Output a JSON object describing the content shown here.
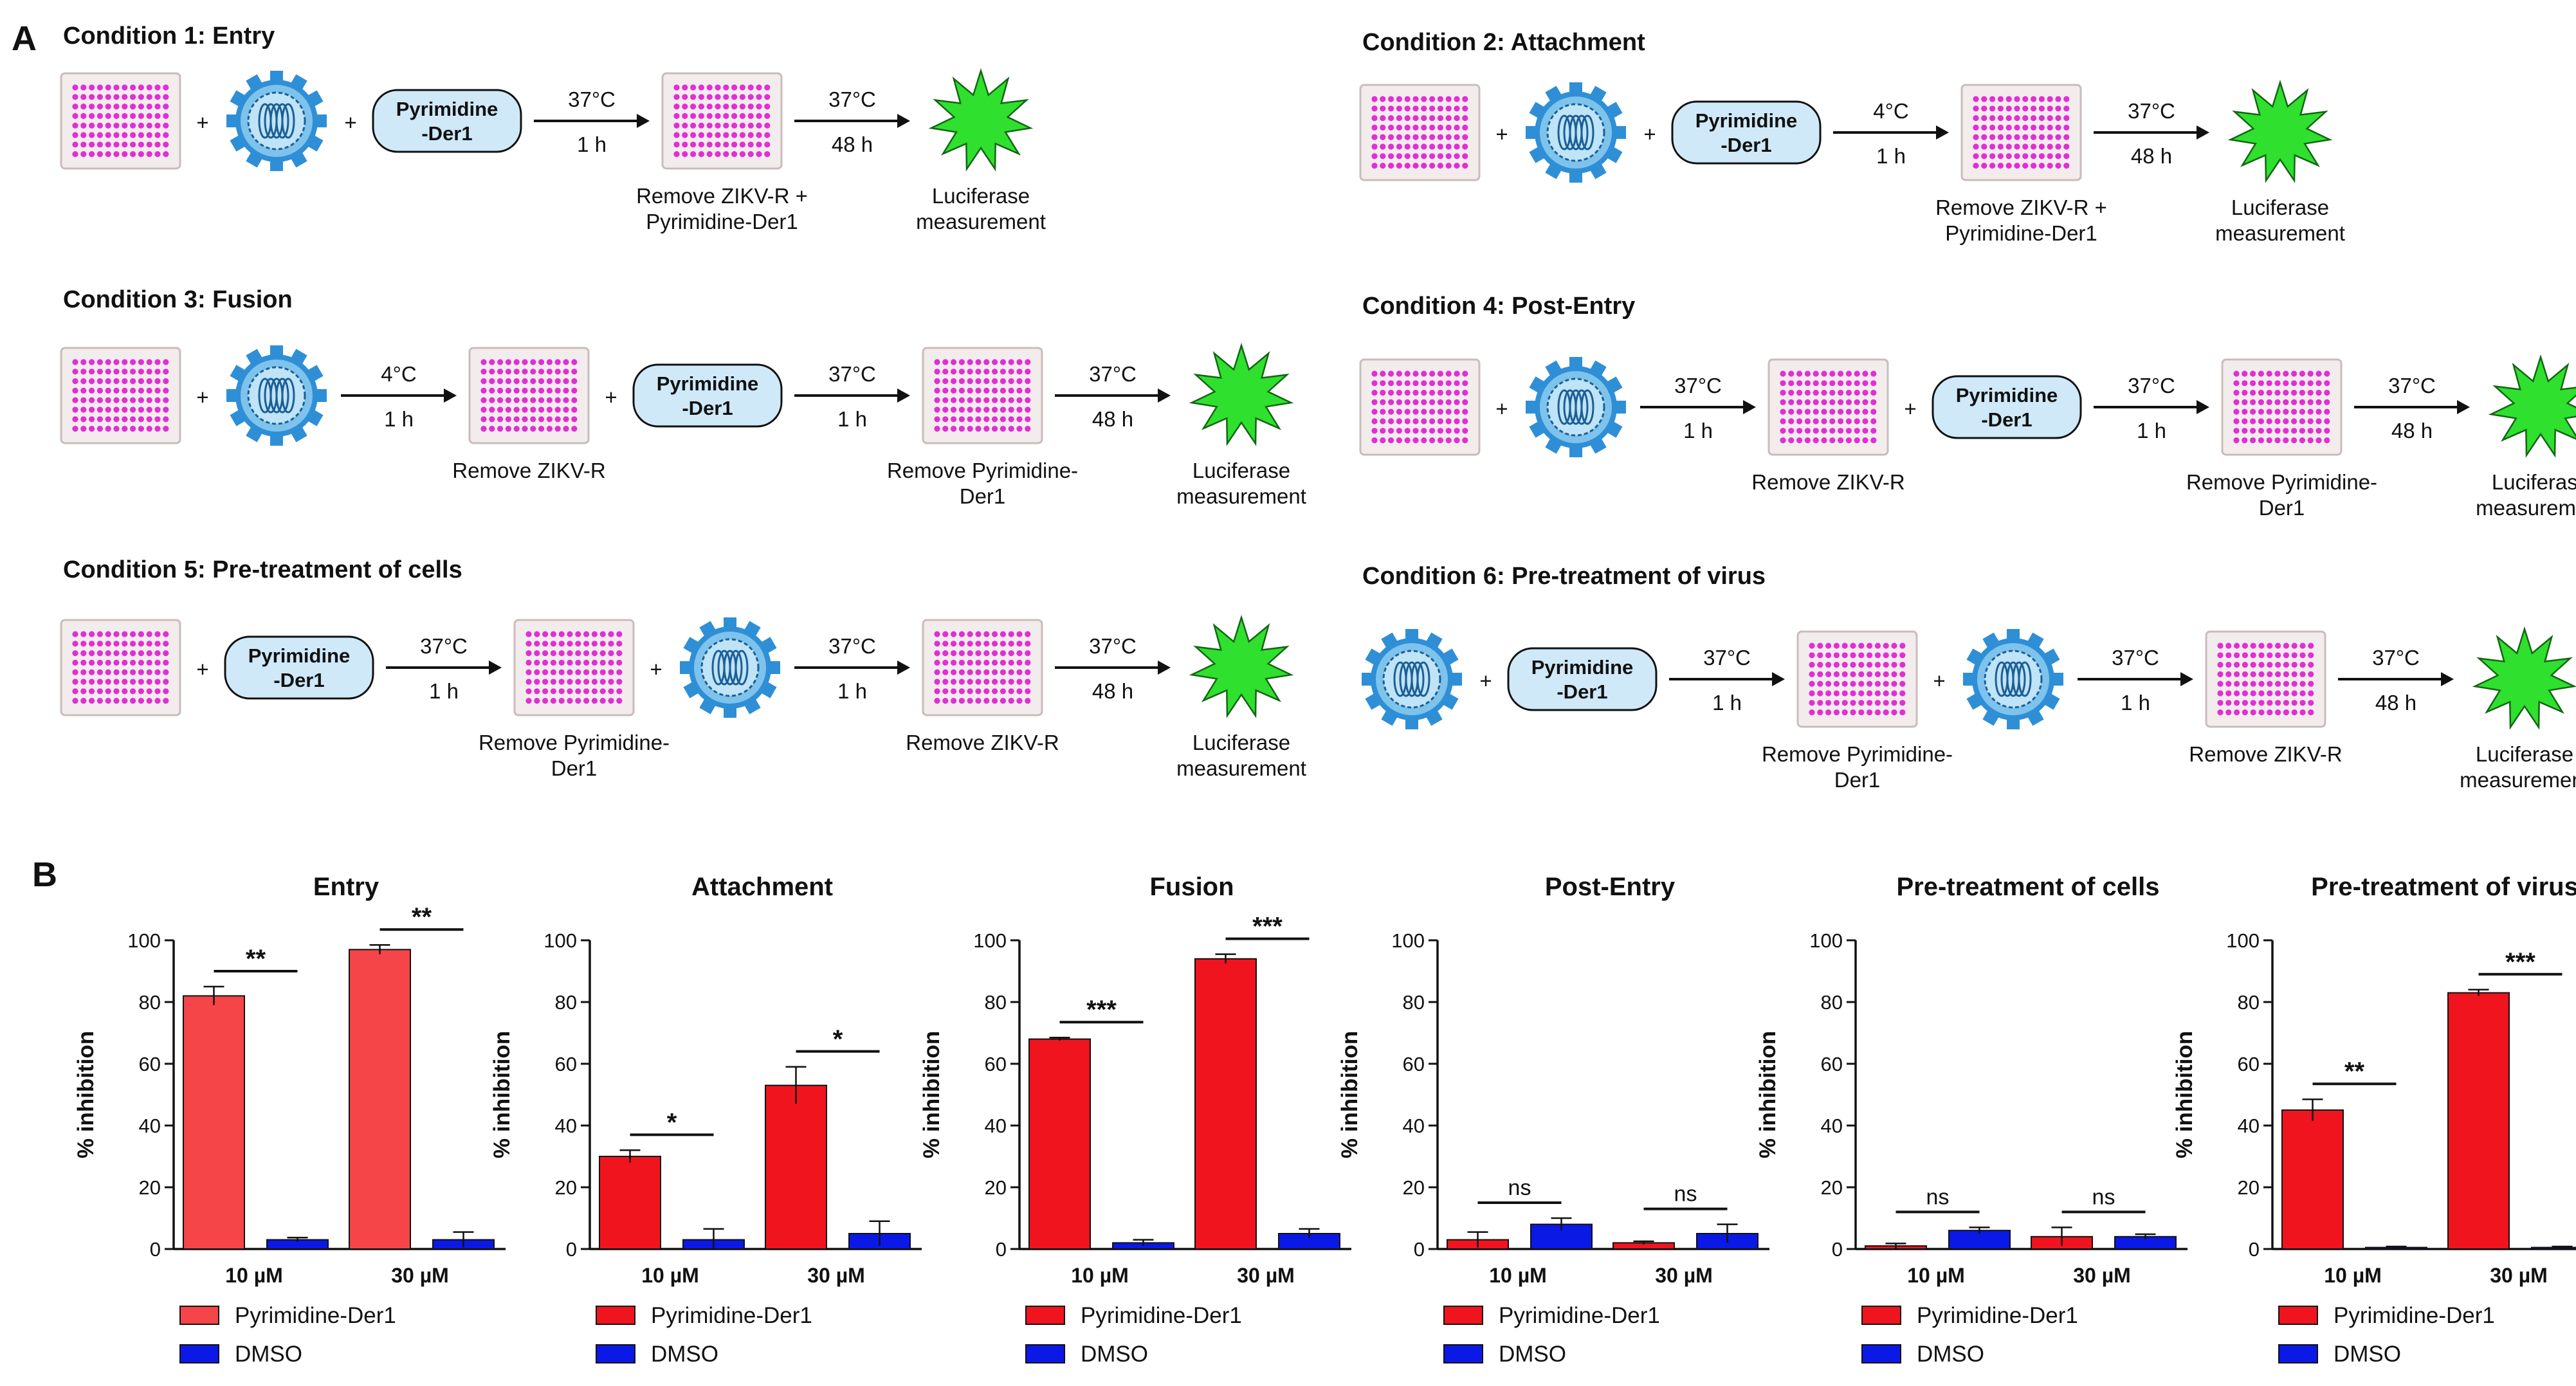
{
  "panel_a": {
    "label": "A",
    "conditions": [
      {
        "title": "Condition 1: Entry",
        "steps": [
          {
            "kind": "plate"
          },
          {
            "kind": "plus"
          },
          {
            "kind": "virus"
          },
          {
            "kind": "plus"
          },
          {
            "kind": "drug",
            "text": [
              "Pyrimidine",
              "-Der1"
            ]
          },
          {
            "kind": "arrow",
            "top": "37°C",
            "bottom": "1 h"
          },
          {
            "kind": "plate",
            "caption": [
              "Remove ZIKV-R +",
              "Pyrimidine-Der1"
            ]
          },
          {
            "kind": "arrow",
            "top": "37°C",
            "bottom": "48 h"
          },
          {
            "kind": "star",
            "caption": [
              "Luciferase",
              "measurement"
            ]
          }
        ]
      },
      {
        "title": "Condition 2: Attachment",
        "steps": [
          {
            "kind": "plate"
          },
          {
            "kind": "plus"
          },
          {
            "kind": "virus"
          },
          {
            "kind": "plus"
          },
          {
            "kind": "drug",
            "text": [
              "Pyrimidine",
              "-Der1"
            ]
          },
          {
            "kind": "arrow",
            "top": "4°C",
            "bottom": "1 h"
          },
          {
            "kind": "plate",
            "caption": [
              "Remove ZIKV-R +",
              "Pyrimidine-Der1"
            ]
          },
          {
            "kind": "arrow",
            "top": "37°C",
            "bottom": "48 h"
          },
          {
            "kind": "star",
            "caption": [
              "Luciferase",
              "measurement"
            ]
          }
        ]
      },
      {
        "title": "Condition 3: Fusion",
        "steps": [
          {
            "kind": "plate"
          },
          {
            "kind": "plus"
          },
          {
            "kind": "virus"
          },
          {
            "kind": "arrow",
            "top": "4°C",
            "bottom": "1 h"
          },
          {
            "kind": "plate",
            "caption": [
              "Remove ZIKV-R"
            ]
          },
          {
            "kind": "plus"
          },
          {
            "kind": "drug",
            "text": [
              "Pyrimidine",
              "-Der1"
            ]
          },
          {
            "kind": "arrow",
            "top": "37°C",
            "bottom": "1 h"
          },
          {
            "kind": "plate",
            "caption": [
              "Remove Pyrimidine-",
              "Der1"
            ]
          },
          {
            "kind": "arrow",
            "top": "37°C",
            "bottom": "48 h"
          },
          {
            "kind": "star",
            "caption": [
              "Luciferase",
              "measurement"
            ]
          }
        ]
      },
      {
        "title": "Condition 4: Post-Entry",
        "steps": [
          {
            "kind": "plate"
          },
          {
            "kind": "plus"
          },
          {
            "kind": "virus"
          },
          {
            "kind": "arrow",
            "top": "37°C",
            "bottom": "1 h"
          },
          {
            "kind": "plate",
            "caption": [
              "Remove ZIKV-R"
            ]
          },
          {
            "kind": "plus"
          },
          {
            "kind": "drug",
            "text": [
              "Pyrimidine",
              "-Der1"
            ]
          },
          {
            "kind": "arrow",
            "top": "37°C",
            "bottom": "1 h"
          },
          {
            "kind": "plate",
            "caption": [
              "Remove Pyrimidine-",
              "Der1"
            ]
          },
          {
            "kind": "arrow",
            "top": "37°C",
            "bottom": "48 h"
          },
          {
            "kind": "star",
            "caption": [
              "Luciferase",
              "measurement"
            ]
          }
        ]
      },
      {
        "title": "Condition 5: Pre-treatment of cells",
        "steps": [
          {
            "kind": "plate"
          },
          {
            "kind": "plus"
          },
          {
            "kind": "drug",
            "text": [
              "Pyrimidine",
              "-Der1"
            ]
          },
          {
            "kind": "arrow",
            "top": "37°C",
            "bottom": "1 h"
          },
          {
            "kind": "plate",
            "caption": [
              "Remove Pyrimidine-",
              "Der1"
            ]
          },
          {
            "kind": "plus"
          },
          {
            "kind": "virus"
          },
          {
            "kind": "arrow",
            "top": "37°C",
            "bottom": "1 h"
          },
          {
            "kind": "plate",
            "caption": [
              "Remove ZIKV-R"
            ]
          },
          {
            "kind": "arrow",
            "top": "37°C",
            "bottom": "48 h"
          },
          {
            "kind": "star",
            "caption": [
              "Luciferase",
              "measurement"
            ]
          }
        ]
      },
      {
        "title": "Condition 6: Pre-treatment of virus",
        "steps": [
          {
            "kind": "virus"
          },
          {
            "kind": "plus"
          },
          {
            "kind": "drug",
            "text": [
              "Pyrimidine",
              "-Der1"
            ]
          },
          {
            "kind": "arrow",
            "top": "37°C",
            "bottom": "1 h"
          },
          {
            "kind": "plate",
            "caption": [
              "Remove Pyrimidine-",
              "Der1"
            ]
          },
          {
            "kind": "plus"
          },
          {
            "kind": "virus"
          },
          {
            "kind": "arrow",
            "top": "37°C",
            "bottom": "1 h"
          },
          {
            "kind": "plate",
            "caption": [
              "Remove ZIKV-R"
            ]
          },
          {
            "kind": "arrow",
            "top": "37°C",
            "bottom": "48 h"
          },
          {
            "kind": "star",
            "caption": [
              "Luciferase",
              "measurement"
            ]
          }
        ]
      }
    ]
  },
  "panel_b": {
    "label": "B"
  },
  "colors": {
    "drug": "#f0141e",
    "drug_entry": "#f54548",
    "dmso": "#0a19e6",
    "plate_wells": "#e02fd4",
    "plate_body": "#f3ecec",
    "virus": "#2f8fd6",
    "drug_box": "#cfe9f8",
    "star": "#2fe02f"
  },
  "chart_data": [
    {
      "type": "bar",
      "title": "Entry",
      "ylabel": "% inhibition",
      "ylim": [
        0,
        100
      ],
      "yticks": [
        0,
        20,
        40,
        60,
        80,
        100
      ],
      "categories": [
        "10 µM",
        "30 µM"
      ],
      "series": [
        {
          "name": "Pyrimidine-Der1",
          "values": [
            82,
            97
          ],
          "errors": [
            3,
            1.5
          ]
        },
        {
          "name": "DMSO",
          "values": [
            3,
            3
          ],
          "errors": [
            0.7,
            2.5
          ]
        }
      ],
      "significance": [
        "**",
        "**"
      ]
    },
    {
      "type": "bar",
      "title": "Attachment",
      "ylabel": "% inhibition",
      "ylim": [
        0,
        100
      ],
      "yticks": [
        0,
        20,
        40,
        60,
        80,
        100
      ],
      "categories": [
        "10 µM",
        "30 µM"
      ],
      "series": [
        {
          "name": "Pyrimidine-Der1",
          "values": [
            30,
            53
          ],
          "errors": [
            2,
            6
          ]
        },
        {
          "name": "DMSO",
          "values": [
            3,
            5
          ],
          "errors": [
            3.5,
            4
          ]
        }
      ],
      "significance": [
        "*",
        "*"
      ]
    },
    {
      "type": "bar",
      "title": "Fusion",
      "ylabel": "% inhibition",
      "ylim": [
        0,
        100
      ],
      "yticks": [
        0,
        20,
        40,
        60,
        80,
        100
      ],
      "categories": [
        "10 µM",
        "30 µM"
      ],
      "series": [
        {
          "name": "Pyrimidine-Der1",
          "values": [
            68,
            94
          ],
          "errors": [
            0.5,
            1.5
          ]
        },
        {
          "name": "DMSO",
          "values": [
            2,
            5
          ],
          "errors": [
            1,
            1.5
          ]
        }
      ],
      "significance": [
        "***",
        "***"
      ]
    },
    {
      "type": "bar",
      "title": "Post-Entry",
      "ylabel": "% inhibition",
      "ylim": [
        0,
        100
      ],
      "yticks": [
        0,
        20,
        40,
        60,
        80,
        100
      ],
      "categories": [
        "10 µM",
        "30 µM"
      ],
      "series": [
        {
          "name": "Pyrimidine-Der1",
          "values": [
            3,
            2
          ],
          "errors": [
            2.5,
            0.5
          ]
        },
        {
          "name": "DMSO",
          "values": [
            8,
            5
          ],
          "errors": [
            2,
            3
          ]
        }
      ],
      "significance": [
        "ns",
        "ns"
      ]
    },
    {
      "type": "bar",
      "title": "Pre-treatment of cells",
      "ylabel": "% inhibition",
      "ylim": [
        0,
        100
      ],
      "yticks": [
        0,
        20,
        40,
        60,
        80,
        100
      ],
      "categories": [
        "10 µM",
        "30 µM"
      ],
      "series": [
        {
          "name": "Pyrimidine-Der1",
          "values": [
            1,
            4
          ],
          "errors": [
            0.8,
            3
          ]
        },
        {
          "name": "DMSO",
          "values": [
            6,
            4
          ],
          "errors": [
            1,
            0.8
          ]
        }
      ],
      "significance": [
        "ns",
        "ns"
      ]
    },
    {
      "type": "bar",
      "title": "Pre-treatment of virus",
      "ylabel": "% inhibition",
      "ylim": [
        0,
        100
      ],
      "yticks": [
        0,
        20,
        40,
        60,
        80,
        100
      ],
      "categories": [
        "10 µM",
        "30 µM"
      ],
      "series": [
        {
          "name": "Pyrimidine-Der1",
          "values": [
            45,
            83
          ],
          "errors": [
            3.5,
            1
          ]
        },
        {
          "name": "DMSO",
          "values": [
            0.5,
            0.5
          ],
          "errors": [
            0.3,
            0.3
          ]
        }
      ],
      "significance": [
        "**",
        "***"
      ]
    }
  ]
}
